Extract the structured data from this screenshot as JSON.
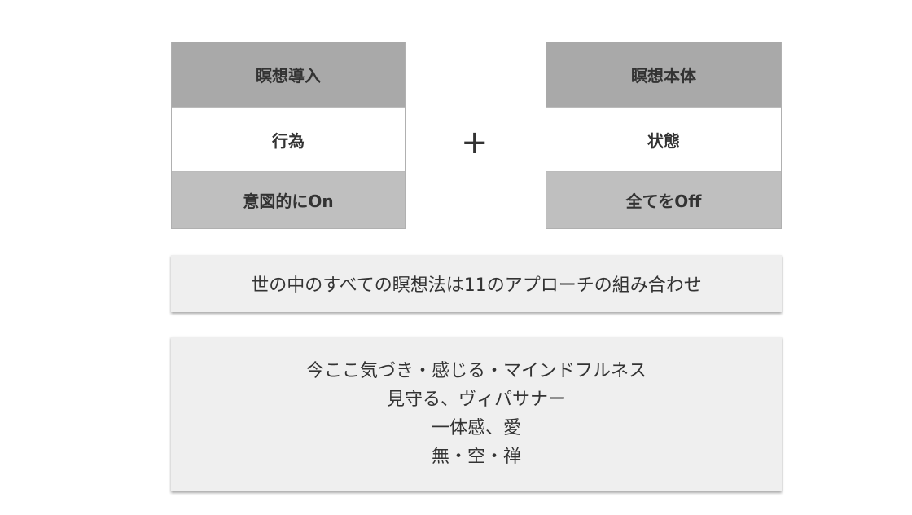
{
  "left_table": {
    "header": "瞑想導入",
    "middle": "行為",
    "bottom": "意図的にOn"
  },
  "operator": "+",
  "right_table": {
    "header": "瞑想本体",
    "middle": "状態",
    "bottom": "全てをOff"
  },
  "summary": "世の中のすべての瞑想法は11のアプローチの組み合わせ",
  "approaches": [
    "今ここ気づき・感じる・マインドフルネス",
    "見守る、ヴィパサナー",
    "一体感、愛",
    "無・空・禅"
  ]
}
